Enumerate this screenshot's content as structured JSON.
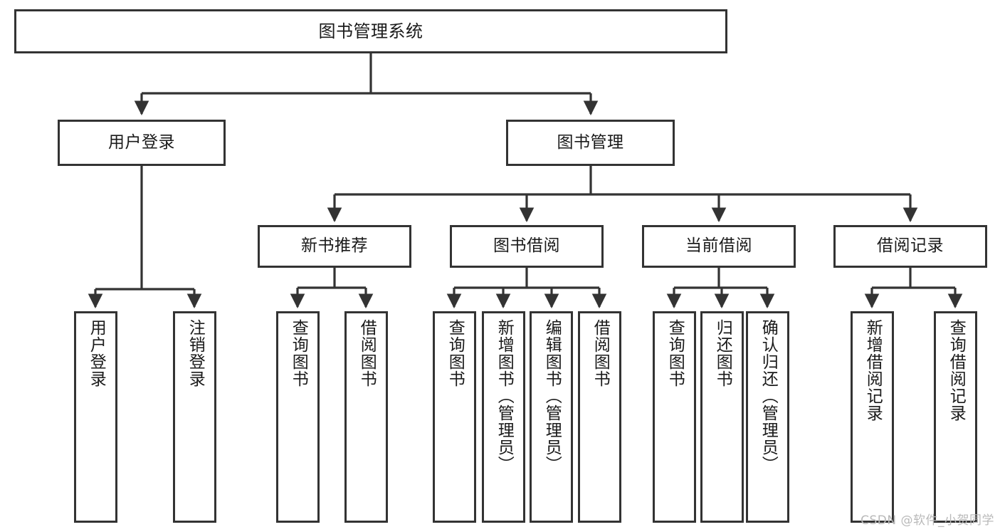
{
  "diagram": {
    "title": "图书管理系统",
    "type": "hierarchy-tree",
    "watermark": "CSDN @软件_小贺同学",
    "colors": {
      "stroke": "#333333",
      "fill": "#ffffff",
      "text": "#1a1a1a",
      "watermark": "#b9b9b9"
    },
    "levels": {
      "level1": [
        "图书管理系统"
      ],
      "level2": [
        "用户登录",
        "图书管理"
      ],
      "level3": [
        "新书推荐",
        "图书借阅",
        "当前借阅",
        "借阅记录"
      ],
      "level4": [
        "用户登录",
        "注销登录",
        "查询图书",
        "借阅图书",
        "查询图书",
        "新增图书（管理员）",
        "编辑图书（管理员）",
        "借阅图书",
        "查询图书",
        "归还图书",
        "确认归还（管理员）",
        "新增借阅记录",
        "查询借阅记录"
      ]
    },
    "nodes": {
      "root": {
        "label": "图书管理系统"
      },
      "user_login": {
        "label": "用户登录"
      },
      "book_manage": {
        "label": "图书管理"
      },
      "new_book_rec": {
        "label": "新书推荐"
      },
      "book_borrow": {
        "label": "图书借阅"
      },
      "current_borrow": {
        "label": "当前借阅"
      },
      "borrow_record": {
        "label": "借阅记录"
      },
      "leaf_user_login": {
        "label": "用户登录"
      },
      "leaf_logout": {
        "label": "注销登录"
      },
      "leaf_query_book_a": {
        "label": "查询图书"
      },
      "leaf_borrow_book_a": {
        "label": "借阅图书"
      },
      "leaf_query_book_b": {
        "label": "查询图书"
      },
      "leaf_add_book": {
        "label": "新增图书（管理员）"
      },
      "leaf_edit_book": {
        "label": "编辑图书（管理员）"
      },
      "leaf_borrow_book_b": {
        "label": "借阅图书"
      },
      "leaf_query_book_c": {
        "label": "查询图书"
      },
      "leaf_return_book": {
        "label": "归还图书"
      },
      "leaf_confirm_return": {
        "label": "确认归还（管理员）"
      },
      "leaf_add_record": {
        "label": "新增借阅记录"
      },
      "leaf_query_record": {
        "label": "查询借阅记录"
      }
    },
    "edges": [
      {
        "from": "root",
        "to": "user_login"
      },
      {
        "from": "root",
        "to": "book_manage"
      },
      {
        "from": "user_login",
        "to": "leaf_user_login"
      },
      {
        "from": "user_login",
        "to": "leaf_logout"
      },
      {
        "from": "book_manage",
        "to": "new_book_rec"
      },
      {
        "from": "book_manage",
        "to": "book_borrow"
      },
      {
        "from": "book_manage",
        "to": "current_borrow"
      },
      {
        "from": "book_manage",
        "to": "borrow_record"
      },
      {
        "from": "new_book_rec",
        "to": "leaf_query_book_a"
      },
      {
        "from": "new_book_rec",
        "to": "leaf_borrow_book_a"
      },
      {
        "from": "book_borrow",
        "to": "leaf_query_book_b"
      },
      {
        "from": "book_borrow",
        "to": "leaf_add_book"
      },
      {
        "from": "book_borrow",
        "to": "leaf_edit_book"
      },
      {
        "from": "book_borrow",
        "to": "leaf_borrow_book_b"
      },
      {
        "from": "current_borrow",
        "to": "leaf_query_book_c"
      },
      {
        "from": "current_borrow",
        "to": "leaf_return_book"
      },
      {
        "from": "current_borrow",
        "to": "leaf_confirm_return"
      },
      {
        "from": "borrow_record",
        "to": "leaf_add_record"
      },
      {
        "from": "borrow_record",
        "to": "leaf_query_record"
      }
    ]
  }
}
